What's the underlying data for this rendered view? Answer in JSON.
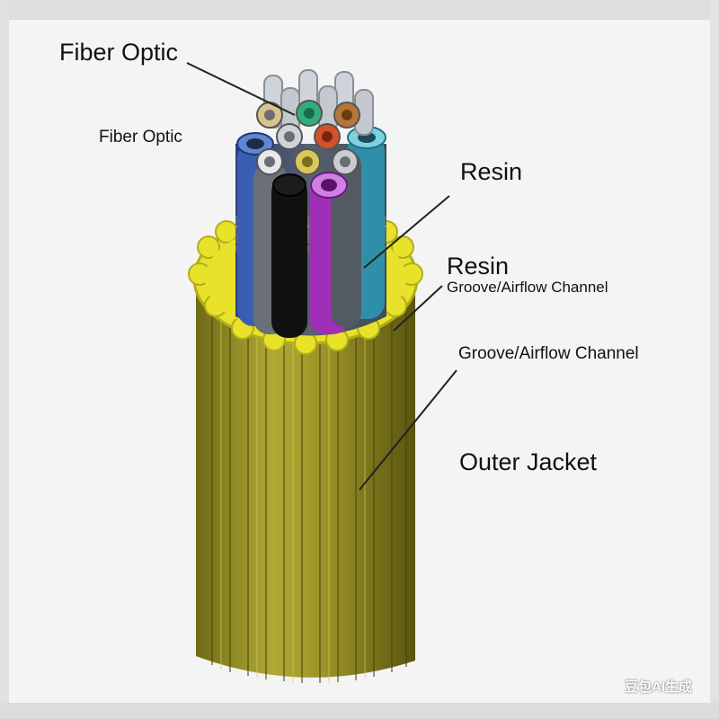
{
  "labels": {
    "fiber_optic_top": "Fiber Optic",
    "fiber_optic_side": "Fiber Optic",
    "resin_top": "Resin",
    "resin_mid": "Resin",
    "groove_top": "Groove/Airflow Channel",
    "groove_mid": "Groove/Airflow Channel",
    "outer_jacket": "Outer Jacket"
  },
  "watermark": "豆包AI生成",
  "colors": {
    "background": "#f4f4f4",
    "jacket": "#a39a2a",
    "resin": "#e8e22a"
  }
}
